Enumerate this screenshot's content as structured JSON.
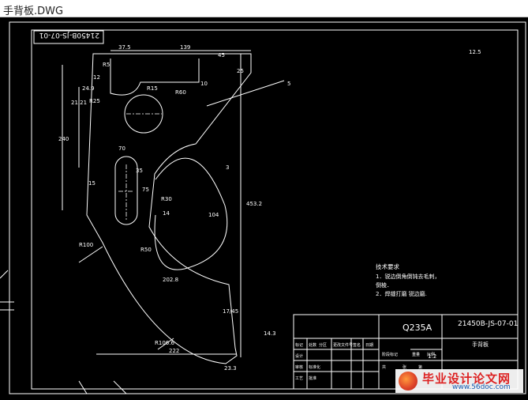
{
  "window": {
    "title": "手背板.DWG"
  },
  "drawing": {
    "rotated_code": "21450B-JS-07-01",
    "roughness": "12.5",
    "dims": {
      "d375": "37.5",
      "d139": "139",
      "d45": "45",
      "d25": "25",
      "dR5": "R5",
      "d12": "12",
      "d249": "24.9",
      "dR25": "R25",
      "dR15": "R15",
      "dR60": "R60",
      "d10": "10",
      "d5": "5",
      "d2121": "21.21",
      "d240": "240",
      "d70": "70",
      "d35": "35",
      "d15": "15",
      "d75": "75",
      "d14": "14",
      "d104": "104",
      "d3": "3",
      "dR30": "R30",
      "dR100": "R100",
      "dR50": "R50",
      "d4532": "453.2",
      "d2028": "202.8",
      "d1745": "17/45",
      "dR1066": "R106.6",
      "d222": "222",
      "d233": "23.3",
      "d143": "14.3"
    },
    "notes": {
      "heading": "技术要求",
      "line1": "1．锐边倒角倒钝去毛刺，",
      "line2": "倒棱．",
      "line3": "2．焊缝打磨 锐边磨."
    },
    "title_block": {
      "material": "Q235A",
      "drawing_no": "21450B-JS-07-01",
      "part_name": "手背板",
      "scale": "1:2",
      "labels": [
        "标记",
        "处数",
        "分区",
        "更改文件号",
        "签名",
        "日期",
        "设计",
        "审核",
        "工艺",
        "标准化",
        "批准",
        "阶段标记",
        "重量",
        "比例",
        "共",
        "张",
        "第"
      ]
    }
  },
  "watermark": {
    "title": "毕业设计论文网",
    "url": "www.56doc.com"
  }
}
